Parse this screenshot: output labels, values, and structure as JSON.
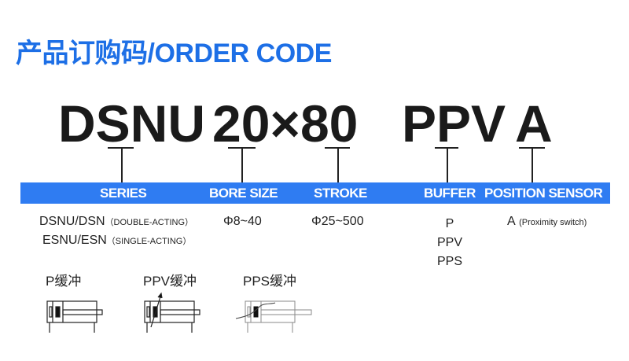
{
  "title": "产品订购码/ORDER CODE",
  "code": {
    "series": "DSNU",
    "bore_stroke": "20×80",
    "buffer": "PPV",
    "sensor": "A"
  },
  "headers": [
    "SERIES",
    "BORE SIZE",
    "STROKE",
    "BUFFER",
    "POSITION SENSOR"
  ],
  "series": [
    {
      "code": "DSNU/DSN",
      "note": "（DOUBLE-ACTING）"
    },
    {
      "code": "ESNU/ESN",
      "note": "（SINGLE-ACTING）"
    }
  ],
  "bore": "Φ8~40",
  "stroke": "Φ25~500",
  "buffer_options": [
    "P",
    "PPV",
    "PPS"
  ],
  "sensor": {
    "code": "A",
    "note": "(Proximity switch)"
  },
  "diagrams": [
    {
      "label": "P缓冲"
    },
    {
      "label": "PPV缓冲"
    },
    {
      "label": "PPS缓冲"
    }
  ],
  "colors": {
    "title": "#1d6fe6",
    "bar": "#2f7cf2"
  }
}
